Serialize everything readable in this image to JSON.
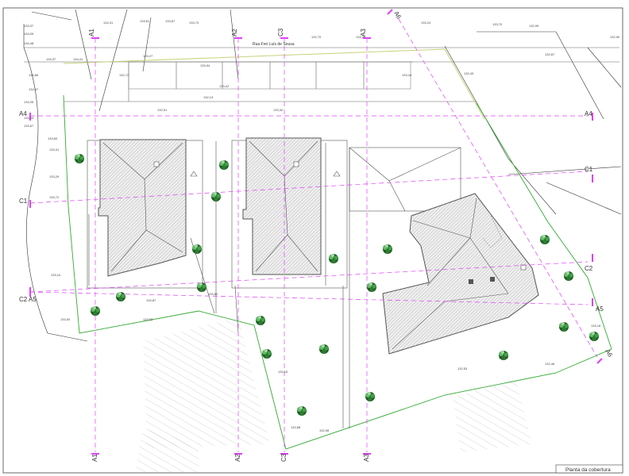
{
  "title": "Planta da cobertura",
  "street_name": "Rua Frei Luís de Sousa",
  "colors": {
    "axis": "#e040fb",
    "boundary_green": "#33aa33",
    "boundary_yellow": "#c8d27a",
    "roof_hatch": "#9e9e9e",
    "tree": "#2e7d32",
    "lines": "#222222"
  },
  "axes": {
    "A1_top": "A1",
    "A2_top": "A2",
    "C3_top": "C3",
    "A3_top": "A3",
    "A6_top": "A6",
    "A1_bottom": "A1",
    "A2_bottom": "A2",
    "C3_bottom": "C3",
    "A3_bottom": "A3",
    "A6_bottom": "A6",
    "A4_left": "A4",
    "A4_right": "A4",
    "C1_left": "C1",
    "C1_right": "C1",
    "C2A5_left": "C2 A5",
    "C2_right": "C2",
    "A5_right": "A5"
  },
  "elevations": [
    "133,37",
    "134,05",
    "134,48",
    "134,66",
    "134,57",
    "134,37",
    "134,41",
    "134,31",
    "133,81",
    "133,87",
    "133,73",
    "134,05",
    "133,33",
    "133,67",
    "133,60",
    "133,31",
    "133,29",
    "133,72",
    "133,10",
    "133,00",
    "133,27",
    "133,87",
    "133,53",
    "133,82",
    "133,42",
    "133,94",
    "133,32",
    "132,70",
    "133,20",
    "133,16",
    "133,24",
    "132,49",
    "133,70",
    "132,95",
    "132,87",
    "132,90",
    "132,72",
    "132,51",
    "132,13",
    "132,15",
    "132,68",
    "132,08",
    "132,53",
    "132,12",
    "132,46",
    "133,18"
  ]
}
